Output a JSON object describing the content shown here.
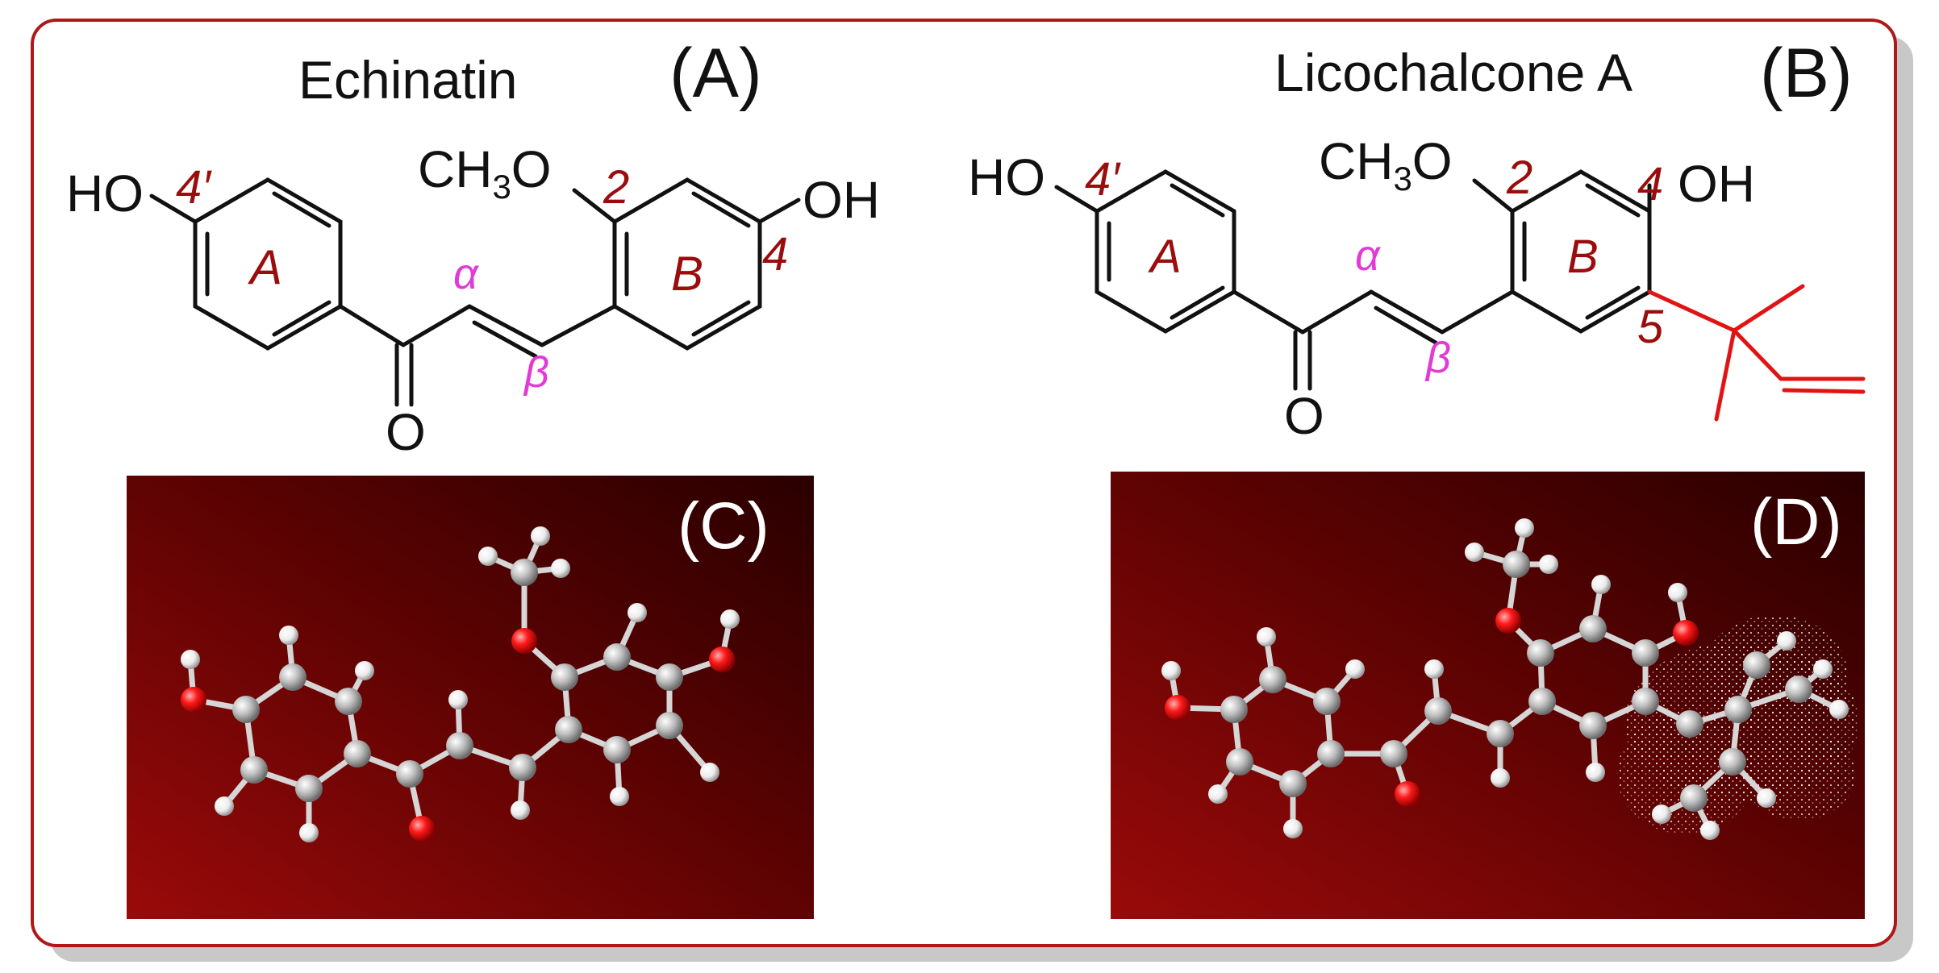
{
  "panels": {
    "A": {
      "letter": "(A)",
      "compound": "Echinatin"
    },
    "B": {
      "letter": "(B)",
      "compound": "Licochalcone A"
    },
    "C": {
      "letter": "(C)"
    },
    "D": {
      "letter": "(D)"
    }
  },
  "structure_labels": {
    "ho": "HO",
    "oh": "OH",
    "och3_ch": "CH",
    "och3_sub": "3",
    "och3_o": "O",
    "carbonyl_o": "O",
    "pos_4prime": "4′",
    "pos_2": "2",
    "pos_4": "4",
    "pos_5": "5",
    "ring_a": "A",
    "ring_b": "B",
    "alpha": "α",
    "beta": "β"
  },
  "colors": {
    "frame": "#b01818",
    "shadow": "#c8c8c8",
    "bond": "#111111",
    "prenyl_bond": "#e01414",
    "position_label": "#9b0d0d",
    "alpha_beta_label": "#e23ad6",
    "render_bg_light": "#9a0a0a",
    "render_bg_dark": "#2a0000",
    "carbon_atom": "#b8b8b8",
    "hydrogen_atom": "#f2f2f2",
    "oxygen_atom": "#ff1a1a"
  }
}
